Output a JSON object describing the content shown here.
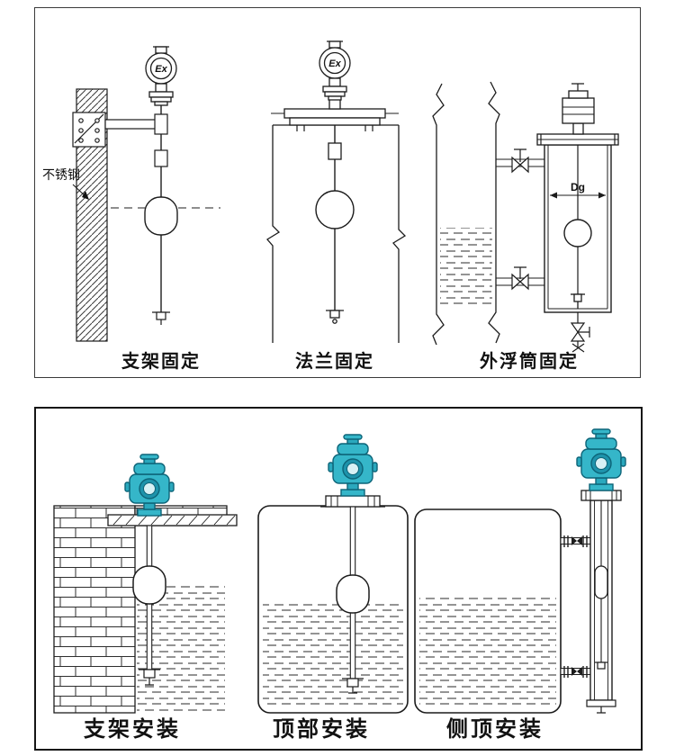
{
  "page": {
    "background": "#ffffff"
  },
  "labels": {
    "ex": "Ex",
    "stainless": "不锈钢",
    "dg": "Dg"
  },
  "top_panel": {
    "captions": [
      "支架固定",
      "法兰固定",
      "外浮筒固定"
    ]
  },
  "bottom_panel": {
    "captions": [
      "支架安装",
      "顶部安装",
      "侧顶安装"
    ]
  },
  "colors": {
    "line": "#1c1c1c",
    "teal": "#35b6c9",
    "teal_dark": "#0d6478",
    "teal_mid": "#1e93ab",
    "teal_light": "#d8f1f5"
  }
}
